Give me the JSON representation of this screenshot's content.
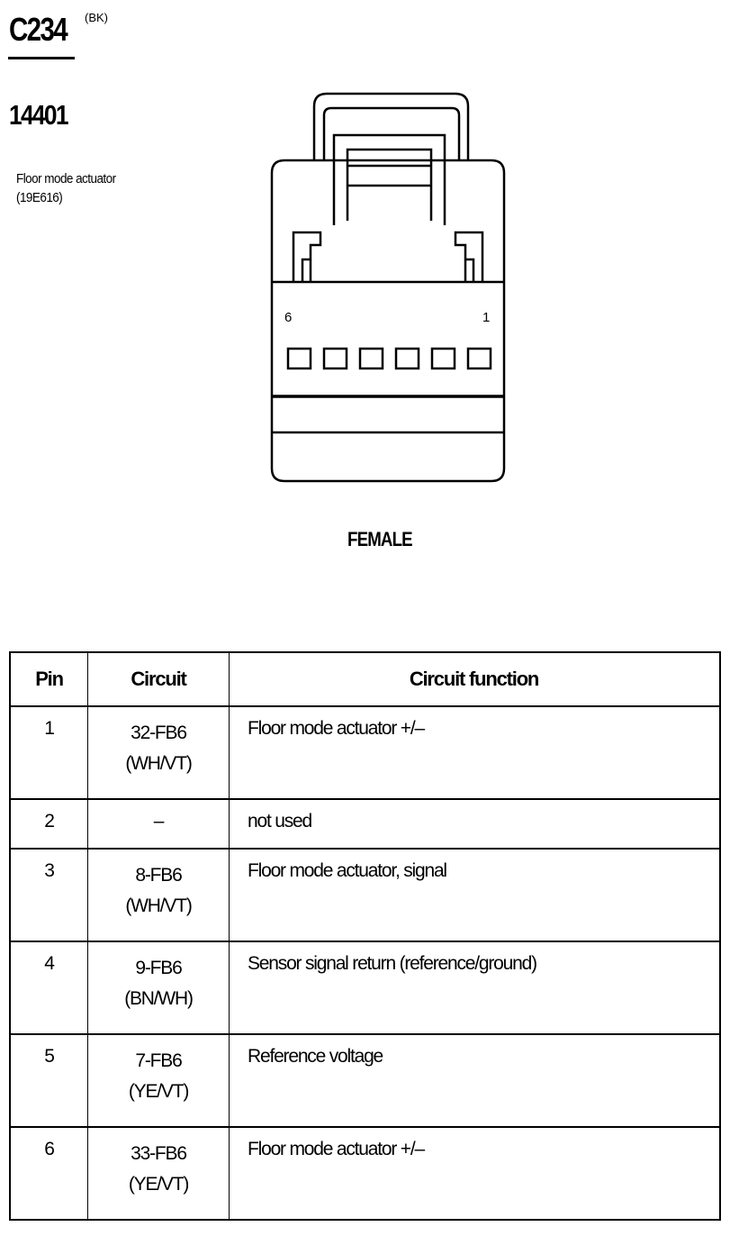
{
  "connector": {
    "id": "C234",
    "color": "(BK)"
  },
  "component": {
    "part_number": "14401",
    "name": "Floor mode actuator",
    "code": "(19E616)"
  },
  "diagram": {
    "pin_left": "6",
    "pin_right": "1",
    "gender": "FEMALE"
  },
  "table": {
    "headers": [
      "Pin",
      "Circuit",
      "Circuit function"
    ],
    "rows": [
      {
        "pin": "1",
        "circuit": "32-FB6",
        "color": "(WH/VT)",
        "function": "Floor mode actuator  +/–"
      },
      {
        "pin": "2",
        "circuit": "–",
        "color": "",
        "function": "not used"
      },
      {
        "pin": "3",
        "circuit": "8-FB6",
        "color": "(WH/VT)",
        "function": "Floor mode actuator, signal"
      },
      {
        "pin": "4",
        "circuit": "9-FB6",
        "color": "(BN/WH)",
        "function": "Sensor signal return (reference/ground)"
      },
      {
        "pin": "5",
        "circuit": "7-FB6",
        "color": "(YE/VT)",
        "function": "Reference voltage"
      },
      {
        "pin": "6",
        "circuit": "33-FB6",
        "color": "(YE/VT)",
        "function": "Floor mode actuator  +/–"
      }
    ]
  }
}
